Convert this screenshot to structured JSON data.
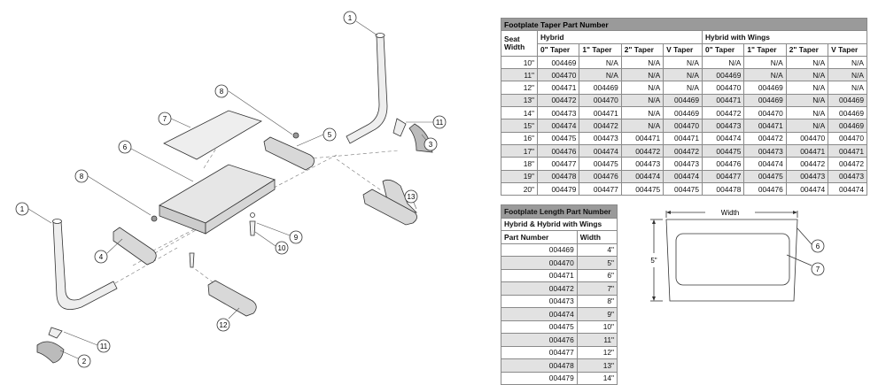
{
  "callouts": {
    "c1a": "1",
    "c1b": "1",
    "c2": "2",
    "c3": "3",
    "c4": "4",
    "c5": "5",
    "c6": "6",
    "c7": "7",
    "c8a": "8",
    "c8b": "8",
    "c9": "9",
    "c10": "10",
    "c11a": "11",
    "c11b": "11",
    "c12": "12",
    "c13": "13"
  },
  "taper_table": {
    "title": "Footplate Taper Part Number",
    "seat_width_label": "Seat Width",
    "group_hybrid": "Hybrid",
    "group_wings": "Hybrid with Wings",
    "columns": [
      "0\" Taper",
      "1\" Taper",
      "2\" Taper",
      "V Taper",
      "0\" Taper",
      "1\" Taper",
      "2\" Taper",
      "V Taper"
    ],
    "rows": [
      [
        "10\"",
        "004469",
        "N/A",
        "N/A",
        "N/A",
        "N/A",
        "N/A",
        "N/A",
        "N/A"
      ],
      [
        "11\"",
        "004470",
        "N/A",
        "N/A",
        "N/A",
        "004469",
        "N/A",
        "N/A",
        "N/A"
      ],
      [
        "12\"",
        "004471",
        "004469",
        "N/A",
        "N/A",
        "004470",
        "004469",
        "N/A",
        "N/A"
      ],
      [
        "13\"",
        "004472",
        "004470",
        "N/A",
        "004469",
        "004471",
        "004469",
        "N/A",
        "004469"
      ],
      [
        "14\"",
        "004473",
        "004471",
        "N/A",
        "004469",
        "004472",
        "004470",
        "N/A",
        "004469"
      ],
      [
        "15\"",
        "004474",
        "004472",
        "N/A",
        "004470",
        "004473",
        "004471",
        "N/A",
        "004469"
      ],
      [
        "16\"",
        "004475",
        "004473",
        "004471",
        "004471",
        "004474",
        "004472",
        "004470",
        "004470"
      ],
      [
        "17\"",
        "004476",
        "004474",
        "004472",
        "004472",
        "004475",
        "004473",
        "004471",
        "004471"
      ],
      [
        "18\"",
        "004477",
        "004475",
        "004473",
        "004473",
        "004476",
        "004474",
        "004472",
        "004472"
      ],
      [
        "19\"",
        "004478",
        "004476",
        "004474",
        "004474",
        "004477",
        "004475",
        "004473",
        "004473"
      ],
      [
        "20\"",
        "004479",
        "004477",
        "004475",
        "004475",
        "004478",
        "004476",
        "004474",
        "004474"
      ]
    ]
  },
  "length_table": {
    "title": "Footplate Length Part Number",
    "subtitle": "Hybrid & Hybrid with Wings",
    "col_part": "Part Number",
    "col_width": "Width",
    "rows": [
      [
        "004469",
        "4\""
      ],
      [
        "004470",
        "5\""
      ],
      [
        "004471",
        "6\""
      ],
      [
        "004472",
        "7\""
      ],
      [
        "004473",
        "8\""
      ],
      [
        "004474",
        "9\""
      ],
      [
        "004475",
        "10\""
      ],
      [
        "004476",
        "11\""
      ],
      [
        "004477",
        "12\""
      ],
      [
        "004478",
        "13\""
      ],
      [
        "004479",
        "14\""
      ]
    ]
  },
  "footplate_diagram": {
    "width_label": "Width",
    "height_label": "5\"",
    "callout_6": "6",
    "callout_7": "7"
  }
}
